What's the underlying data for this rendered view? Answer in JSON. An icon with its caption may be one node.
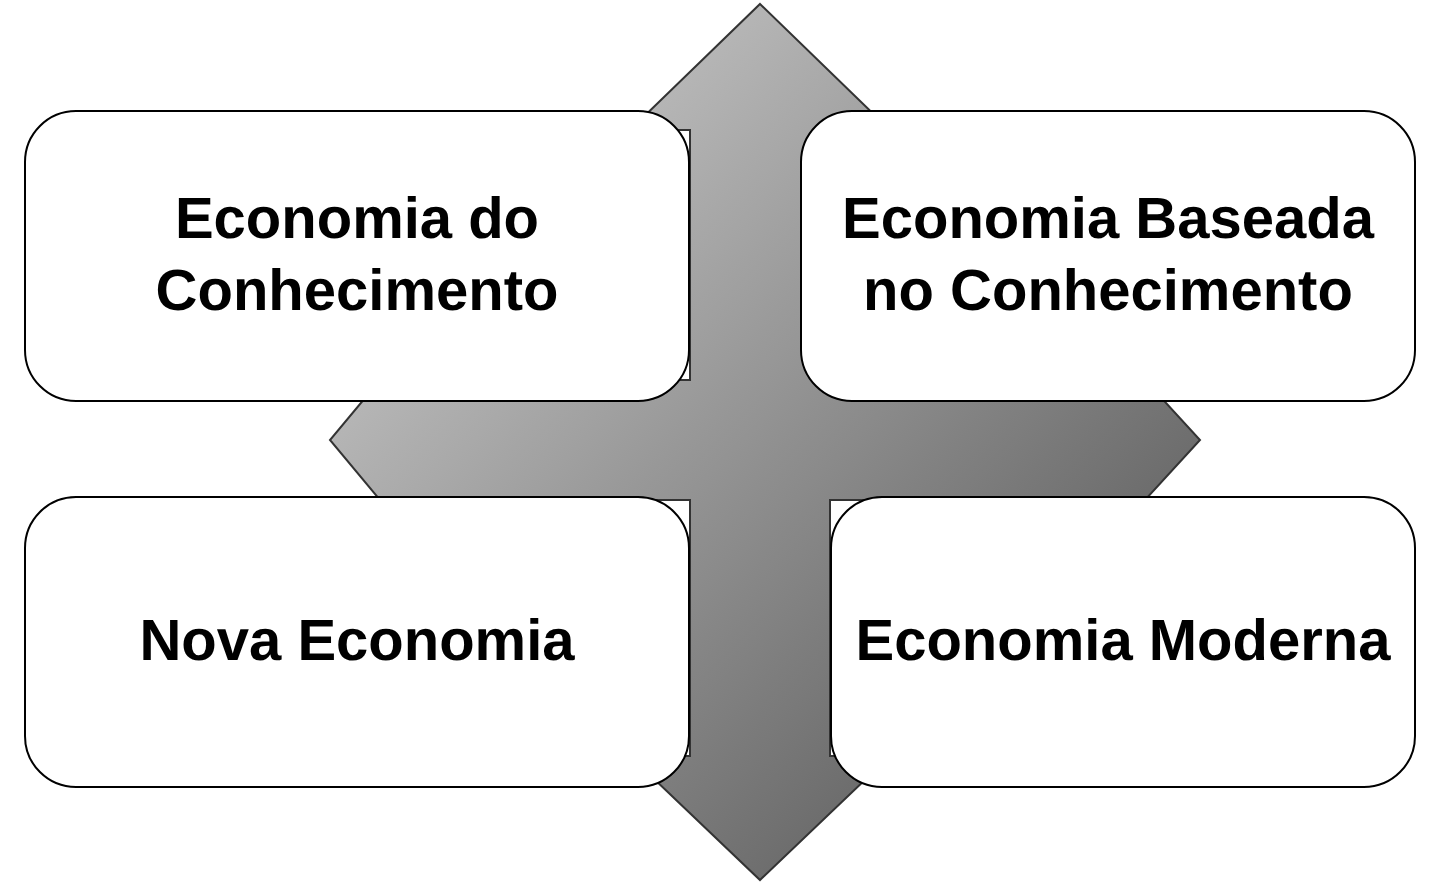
{
  "diagram": {
    "nodes": [
      {
        "text": [
          "Economia do Conhecimento"
        ]
      },
      {
        "text": [
          "Economia Baseada no Conhecimento"
        ]
      },
      {
        "text": [
          "Nova Economia"
        ]
      },
      {
        "text": [
          "Economia Moderna"
        ]
      }
    ]
  }
}
